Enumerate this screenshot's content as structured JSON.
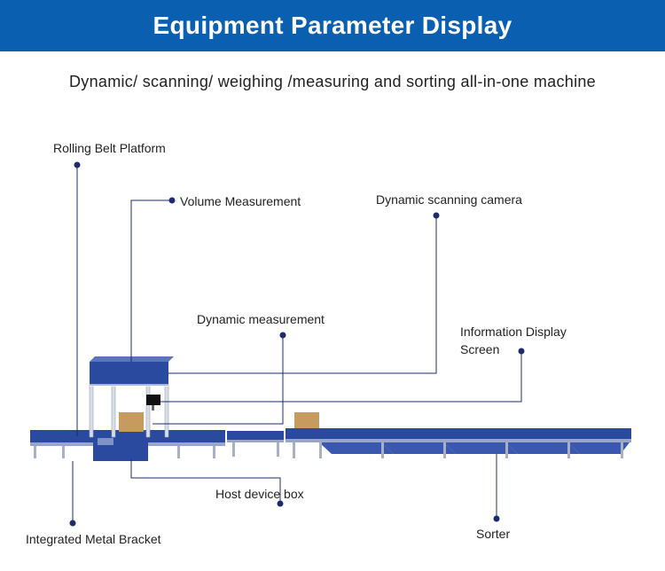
{
  "header": {
    "title": "Equipment Parameter Display",
    "subtitle": "Dynamic/ scanning/ weighing /measuring and sorting all-in-one machine"
  },
  "colors": {
    "banner": "#0a5fb0",
    "leader_line": "#1d2b6b",
    "machine_blue": "#2a4aa0",
    "carton": "#c79a5e"
  },
  "callouts": {
    "rolling_belt_platform": "Rolling Belt Platform",
    "volume_measurement": "Volume Measurement",
    "dynamic_scanning_camera": "Dynamic scanning camera",
    "dynamic_measurement": "Dynamic measurement",
    "information_display_screen": "Information Display Screen",
    "host_device_box": "Host device box",
    "integrated_metal_bracket": "Integrated Metal Bracket",
    "sorter": "Sorter"
  }
}
